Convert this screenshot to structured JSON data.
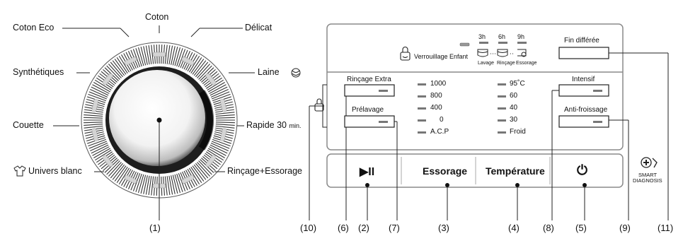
{
  "dial": {
    "programs": {
      "coton_eco": "Coton Eco",
      "coton": "Coton",
      "delicat": "Délicat",
      "synthetiques": "Synthétiques",
      "laine": "Laine",
      "couette": "Couette",
      "rapide": "Rapide 30",
      "rapide_unit": "min.",
      "univers_blanc": "Univers blanc",
      "rincage_essorage": "Rinçage+Essorage"
    }
  },
  "top_panel": {
    "verrouillage": "Verrouillage Enfant",
    "time_labels": [
      "3h",
      "6h",
      "9h"
    ],
    "phase_labels": [
      "Lavage",
      "Rinçage",
      "Essorage"
    ],
    "fin_differee": "Fin différée"
  },
  "options": {
    "rincage_extra": "Rinçage Extra",
    "prelavage": "Prélavage",
    "intensif": "Intensif",
    "anti_froissage": "Anti-froissage"
  },
  "spin_speeds": [
    "1000",
    "800",
    "400",
    "0",
    "A.C.P"
  ],
  "temperatures": [
    "95˚C",
    "60",
    "40",
    "30",
    "Froid"
  ],
  "buttons": {
    "start_pause_symbol": "▶II",
    "essorage": "Essorage",
    "temperature": "Température",
    "power_symbol": "⏻"
  },
  "smart_diagnosis": [
    "SMART",
    "DIAGNOSIS"
  ],
  "callouts": [
    "(1)",
    "(10)",
    "(6)",
    "(2)",
    "(7)",
    "(3)",
    "(4)",
    "(8)",
    "(5)",
    "(9)",
    "(11)"
  ],
  "colors": {
    "line": "#222222",
    "panel_border": "#8a8a8a",
    "led": "#777777"
  }
}
